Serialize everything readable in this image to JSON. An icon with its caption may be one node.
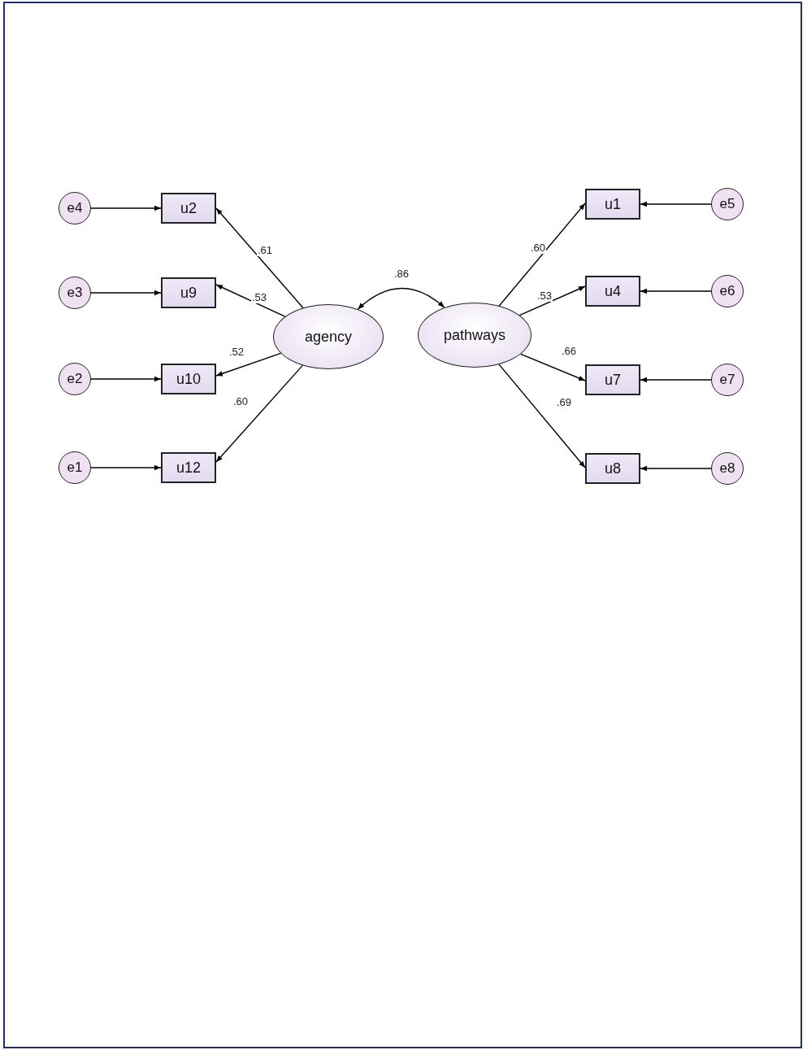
{
  "diagram": {
    "nodes": [
      {
        "text": [
          "agency"
        ]
      },
      {
        "text": [
          "pathways"
        ]
      },
      {
        "text": [
          "u2"
        ]
      },
      {
        "text": [
          "u9"
        ]
      },
      {
        "text": [
          "u10"
        ]
      },
      {
        "text": [
          "u12"
        ]
      },
      {
        "text": [
          "e4"
        ]
      },
      {
        "text": [
          "e3"
        ]
      },
      {
        "text": [
          "e2"
        ]
      },
      {
        "text": [
          "e1"
        ]
      },
      {
        "text": [
          "u1"
        ]
      },
      {
        "text": [
          "u4"
        ]
      },
      {
        "text": [
          "u7"
        ]
      },
      {
        "text": [
          "u8"
        ]
      },
      {
        "text": [
          "e5"
        ]
      },
      {
        "text": [
          "e6"
        ]
      },
      {
        "text": [
          "e7"
        ]
      },
      {
        "text": [
          "e8"
        ]
      }
    ],
    "edges": [
      {
        "from": 0,
        "to": 2,
        "arrow": "to",
        "label": ".61"
      },
      {
        "from": 0,
        "to": 3,
        "arrow": "to",
        "label": ".53"
      },
      {
        "from": 0,
        "to": 4,
        "arrow": "to",
        "label": ".52"
      },
      {
        "from": 0,
        "to": 5,
        "arrow": "to",
        "label": ".60"
      },
      {
        "from": 1,
        "to": 10,
        "arrow": "to",
        "label": ".60"
      },
      {
        "from": 1,
        "to": 11,
        "arrow": "to",
        "label": ".53"
      },
      {
        "from": 1,
        "to": 12,
        "arrow": "to",
        "label": ".66"
      },
      {
        "from": 1,
        "to": 13,
        "arrow": "to",
        "label": ".69"
      },
      {
        "from": 0,
        "to": 1,
        "arrow": "both",
        "label": ".86"
      },
      {
        "from": 6,
        "to": 2,
        "arrow": "to"
      },
      {
        "from": 7,
        "to": 3,
        "arrow": "to"
      },
      {
        "from": 8,
        "to": 4,
        "arrow": "to"
      },
      {
        "from": 9,
        "to": 5,
        "arrow": "to"
      },
      {
        "from": 14,
        "to": 10,
        "arrow": "to"
      },
      {
        "from": 15,
        "to": 11,
        "arrow": "to"
      },
      {
        "from": 16,
        "to": 12,
        "arrow": "to"
      },
      {
        "from": 17,
        "to": 13,
        "arrow": "to"
      }
    ]
  }
}
